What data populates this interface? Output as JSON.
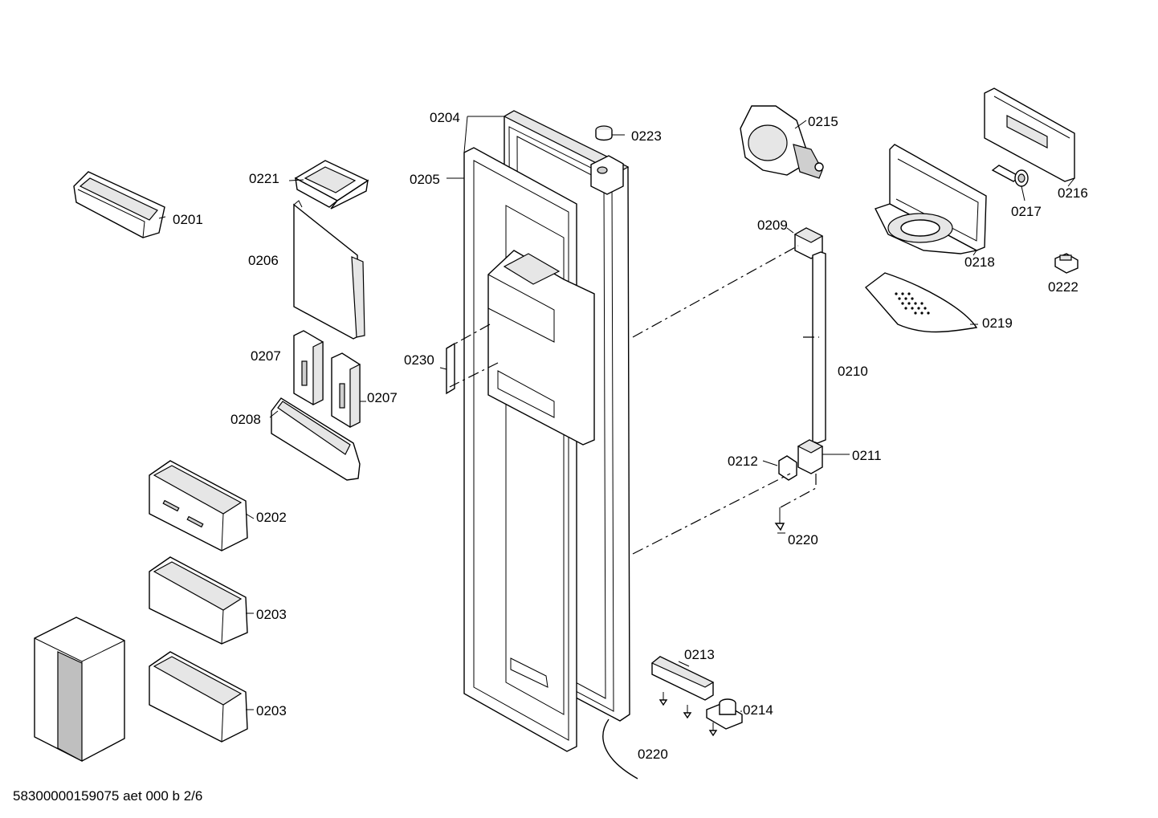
{
  "diagram": {
    "labels": {
      "p0201": "0201",
      "p0202": "0202",
      "p0203a": "0203",
      "p0203b": "0203",
      "p0204": "0204",
      "p0205": "0205",
      "p0206": "0206",
      "p0207a": "0207",
      "p0207b": "0207",
      "p0208": "0208",
      "p0209": "0209",
      "p0210": "0210",
      "p0211": "0211",
      "p0212": "0212",
      "p0213": "0213",
      "p0214": "0214",
      "p0215": "0215",
      "p0216": "0216",
      "p0217": "0217",
      "p0218": "0218",
      "p0219": "0219",
      "p0220a": "0220",
      "p0220b": "0220",
      "p0221": "0221",
      "p0222": "0222",
      "p0223": "0223",
      "p0230": "0230"
    },
    "footer": "58300000159075 aet 000 b 2/6"
  }
}
